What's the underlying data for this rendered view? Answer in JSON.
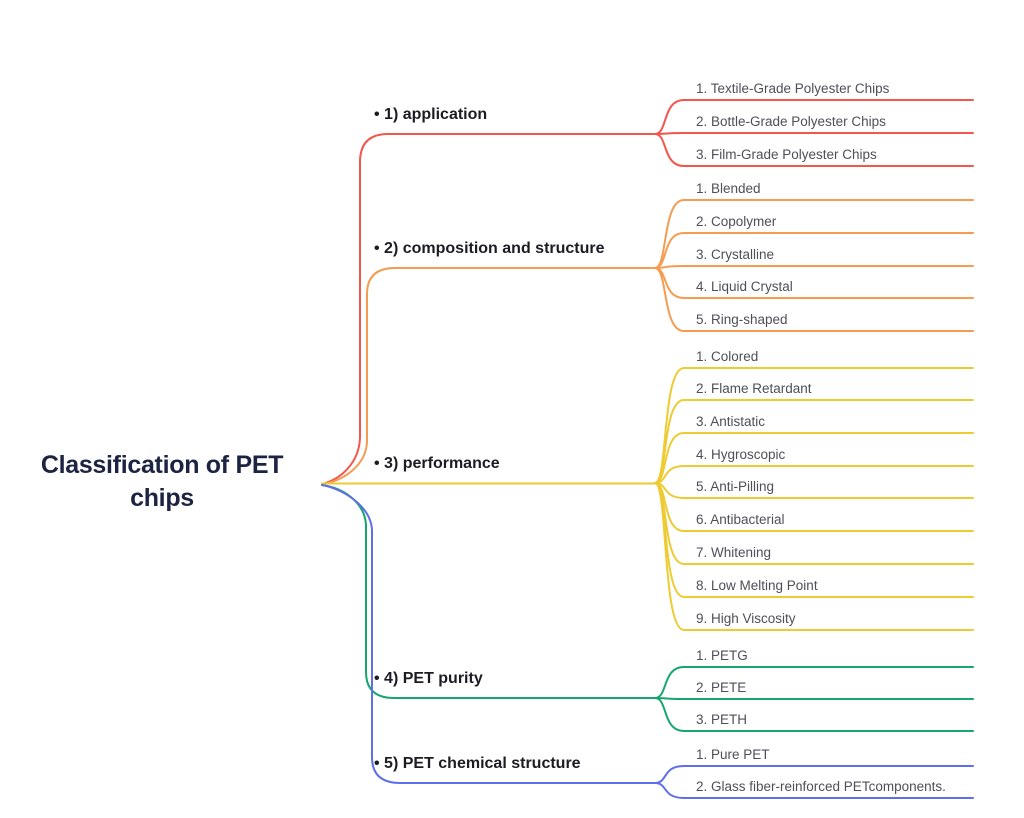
{
  "diagram": {
    "type": "mindmap",
    "title": "Classification of PET chips",
    "root_text_color": "#1d2342",
    "branch_label_color": "#1b1c24",
    "leaf_label_color": "#4e4f58",
    "branches": [
      {
        "label": "• 1) application",
        "color": "#f4554d",
        "leaves": [
          "1. Textile-Grade Polyester Chips",
          "2. Bottle-Grade Polyester Chips",
          "3. Film-Grade Polyester Chips"
        ]
      },
      {
        "label": "• 2) composition and structure",
        "color": "#f59c51",
        "leaves": [
          "1. Blended",
          "2. Copolymer",
          "3. Crystalline",
          "4. Liquid Crystal",
          "5. Ring-shaped"
        ]
      },
      {
        "label": "• 3) performance",
        "color": "#eecb33",
        "leaves": [
          "1. Colored",
          "2. Flame Retardant",
          "3. Antistatic",
          "4. Hygroscopic",
          "5. Anti-Pilling",
          "6. Antibacterial",
          "7. Whitening",
          "8. Low Melting Point",
          "9. High Viscosity"
        ]
      },
      {
        "label": "• 4) PET purity",
        "color": "#16a66e",
        "leaves": [
          "1. PETG",
          "2. PETE",
          "3. PETH"
        ]
      },
      {
        "label": "• 5) PET chemical structure",
        "color": "#5f6eeb",
        "leaves": [
          "1. Pure PET",
          "2. Glass fiber-reinforced PETcomponents."
        ]
      }
    ]
  }
}
